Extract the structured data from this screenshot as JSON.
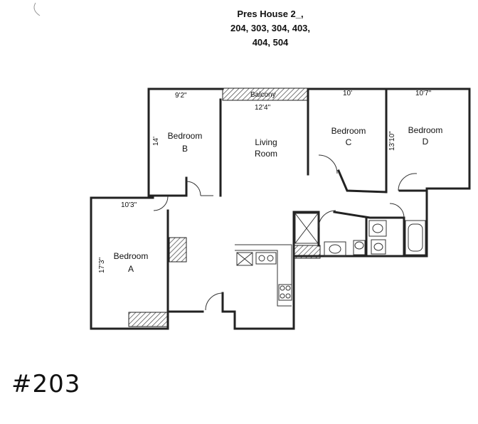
{
  "title": {
    "line1": "Pres House 2_,",
    "line2": "204, 303, 304, 403,",
    "line3": "404, 504"
  },
  "rooms": {
    "bedroom_b": {
      "line1": "Bedroom",
      "line2": "B"
    },
    "living": {
      "line1": "Living",
      "line2": "Room"
    },
    "bedroom_c": {
      "line1": "Bedroom",
      "line2": "C"
    },
    "bedroom_d": {
      "line1": "Bedroom",
      "line2": "D"
    },
    "bedroom_a": {
      "line1": "Bedroom",
      "line2": "A"
    }
  },
  "dimensions": {
    "bedroom_b_width": "9'2\"",
    "bedroom_b_depth": "14'",
    "balcony": "Balcony",
    "living_width": "12'4\"",
    "bedroom_c_width": "10'",
    "bedroom_d_width": "10'7\"",
    "bedroom_c_depth": "13'10\"",
    "bedroom_a_width": "10'3\"",
    "bedroom_a_depth": "17'3\""
  },
  "unit_number": "#203",
  "colors": {
    "wall": "#222222",
    "hatch": "#555555"
  }
}
